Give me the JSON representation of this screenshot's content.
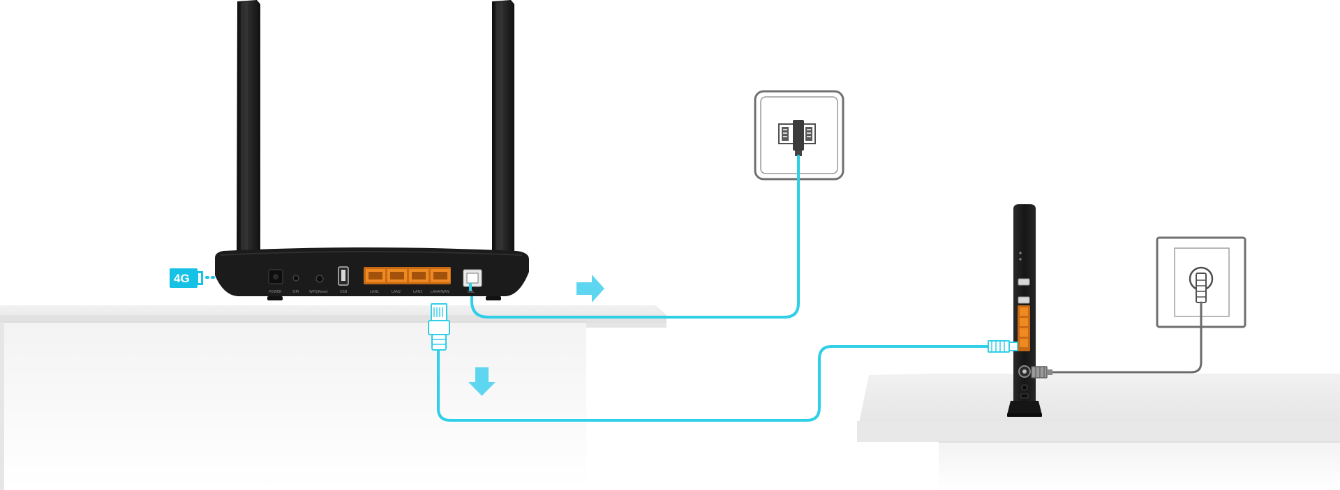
{
  "badge": {
    "label": "4G"
  },
  "router": {
    "port_labels": [
      "POWER",
      "SIM",
      "WPS/Reset",
      "USB",
      "LAN1",
      "LAN2",
      "LAN3",
      "LAN4/WAN",
      "DSL"
    ]
  },
  "colors": {
    "cable": "#2fcfe8",
    "arrow": "#5fd6ef",
    "badge": "#16c1e6",
    "device": "#1c1c1c",
    "lan_port": "#ef8a22",
    "table_top": "#ebebeb",
    "table_front": "#f4f4f4"
  }
}
